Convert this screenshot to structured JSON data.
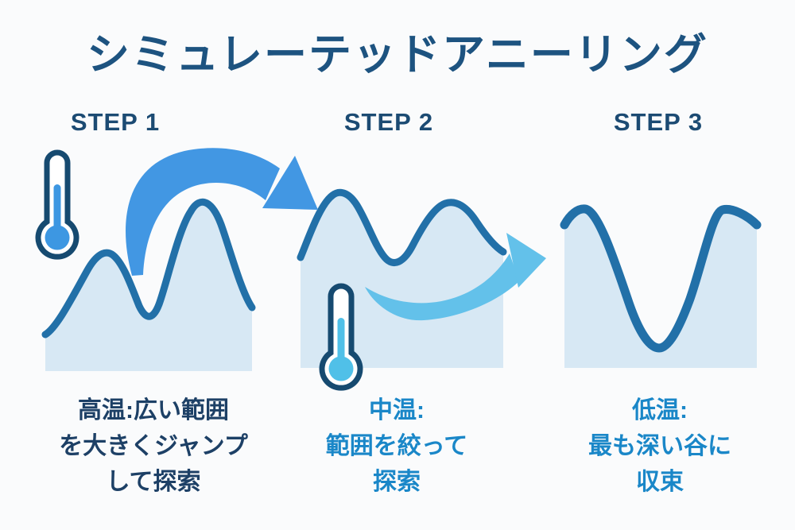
{
  "title": "シミュレーテッドアニーリング",
  "colors": {
    "background": "#fafbfc",
    "title_text": "#1d5380",
    "step_text": "#1c4b73",
    "caption_navy": "#1d4066",
    "caption_blue": "#1a87c8",
    "curve_stroke": "#2270a8",
    "panel_fill": "#d7e8f4",
    "outline_navy": "#164a70",
    "arrow_jump": "#4297e3",
    "arrow_glide": "#63c1ea",
    "mercury_high": "#3d97e2",
    "mercury_mid": "#50c0e8"
  },
  "steps": [
    {
      "label": "STEP 1",
      "temperature_level": "high",
      "icon": "thermometer-high-icon",
      "arrow": "jump-arrow-icon",
      "caption_lines": [
        "高温:広い範囲",
        "を大きくジャンプ",
        "して探索"
      ]
    },
    {
      "label": "STEP 2",
      "temperature_level": "medium",
      "icon": "thermometer-medium-icon",
      "arrow": "glide-arrow-icon",
      "caption_lines": [
        "中温:",
        "範囲を絞って",
        "探索"
      ]
    },
    {
      "label": "STEP 3",
      "temperature_level": "low",
      "icon": "none",
      "arrow": "none",
      "caption_lines": [
        "低温:",
        "最も深い谷に",
        "収束"
      ]
    }
  ]
}
